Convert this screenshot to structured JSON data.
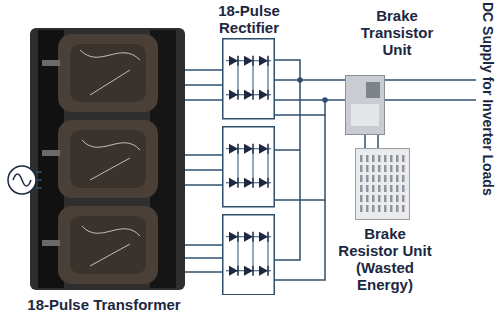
{
  "diagram": {
    "nodes": [
      {
        "text": [
          "18-Pulse Transformer"
        ]
      },
      {
        "text": [
          "18-Pulse Rectifier"
        ]
      },
      {
        "text": [
          "Brake Transistor Unit"
        ]
      },
      {
        "text": [
          "Brake Resistor Unit (Wasted Energy)"
        ]
      }
    ],
    "edges": [
      {
        "from": 0,
        "to": 1,
        "arrow": "none"
      },
      {
        "from": 1,
        "to": 2,
        "arrow": "none"
      },
      {
        "from": 2,
        "to": 3,
        "arrow": "none"
      }
    ],
    "labels": [
      "DC Supply for Inverter Loads"
    ]
  }
}
